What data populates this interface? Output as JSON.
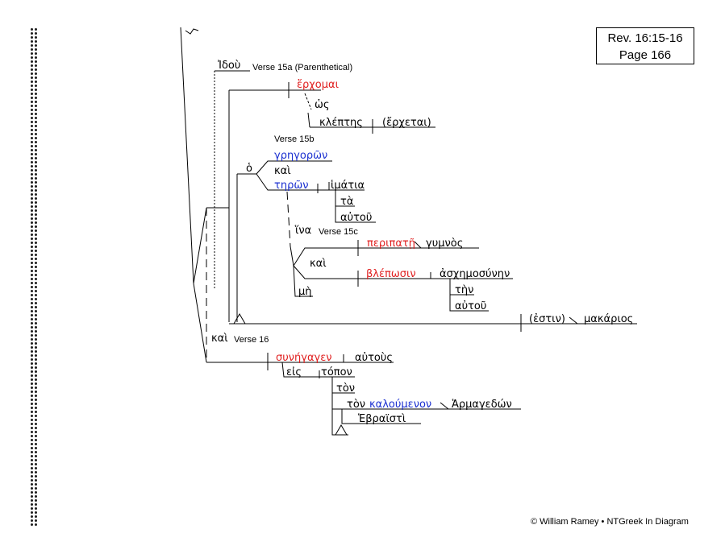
{
  "reference": {
    "line1": "Rev. 16:15-16",
    "line2": "Page 166"
  },
  "footer": "© William Ramey • NTGreek In Diagram",
  "labels": {
    "v15a": "Verse 15a  (Parenthetical)",
    "v15b": "Verse 15b",
    "v15c": "Verse 15c",
    "v16": "Verse 16"
  },
  "words": {
    "idou": "Ἰδοὺ",
    "erchomai": "ἔρχομαι",
    "hos": "ὡς",
    "kleptes": "κλέπτης",
    "erchetai": "(ἔρχεται)",
    "ho": "ὁ",
    "gregoron": "γρηγορῶν",
    "kai1": "καὶ",
    "teron": "τηρῶν",
    "himatia": "ἱμάτια",
    "ta": "τὰ",
    "autou1": "αὐτοῦ",
    "hina": "ἵνα",
    "peripate": "περιπατῇ",
    "gymnos": "γυμνὸς",
    "kai2": "καὶ",
    "me": "μὴ",
    "blepōsin": "βλέπωσιν",
    "aschemosyne": "ἀσχημοσύνην",
    "ten": "τὴν",
    "autou2": "αὐτοῦ",
    "estin": "(ἐστιν)",
    "makarios": "μακάριος",
    "kai3": "καὶ",
    "synegagen": "συνήγαγεν",
    "autous": "αὐτοὺς",
    "eis": "εἰς",
    "topon": "τόπον",
    "ton1": "τὸν",
    "ton2": "τὸν",
    "kaloumenon": "καλούμενον",
    "harmagedon": "Ἁρμαγεδών",
    "hebraisti": "Ἑβραϊστὶ"
  }
}
